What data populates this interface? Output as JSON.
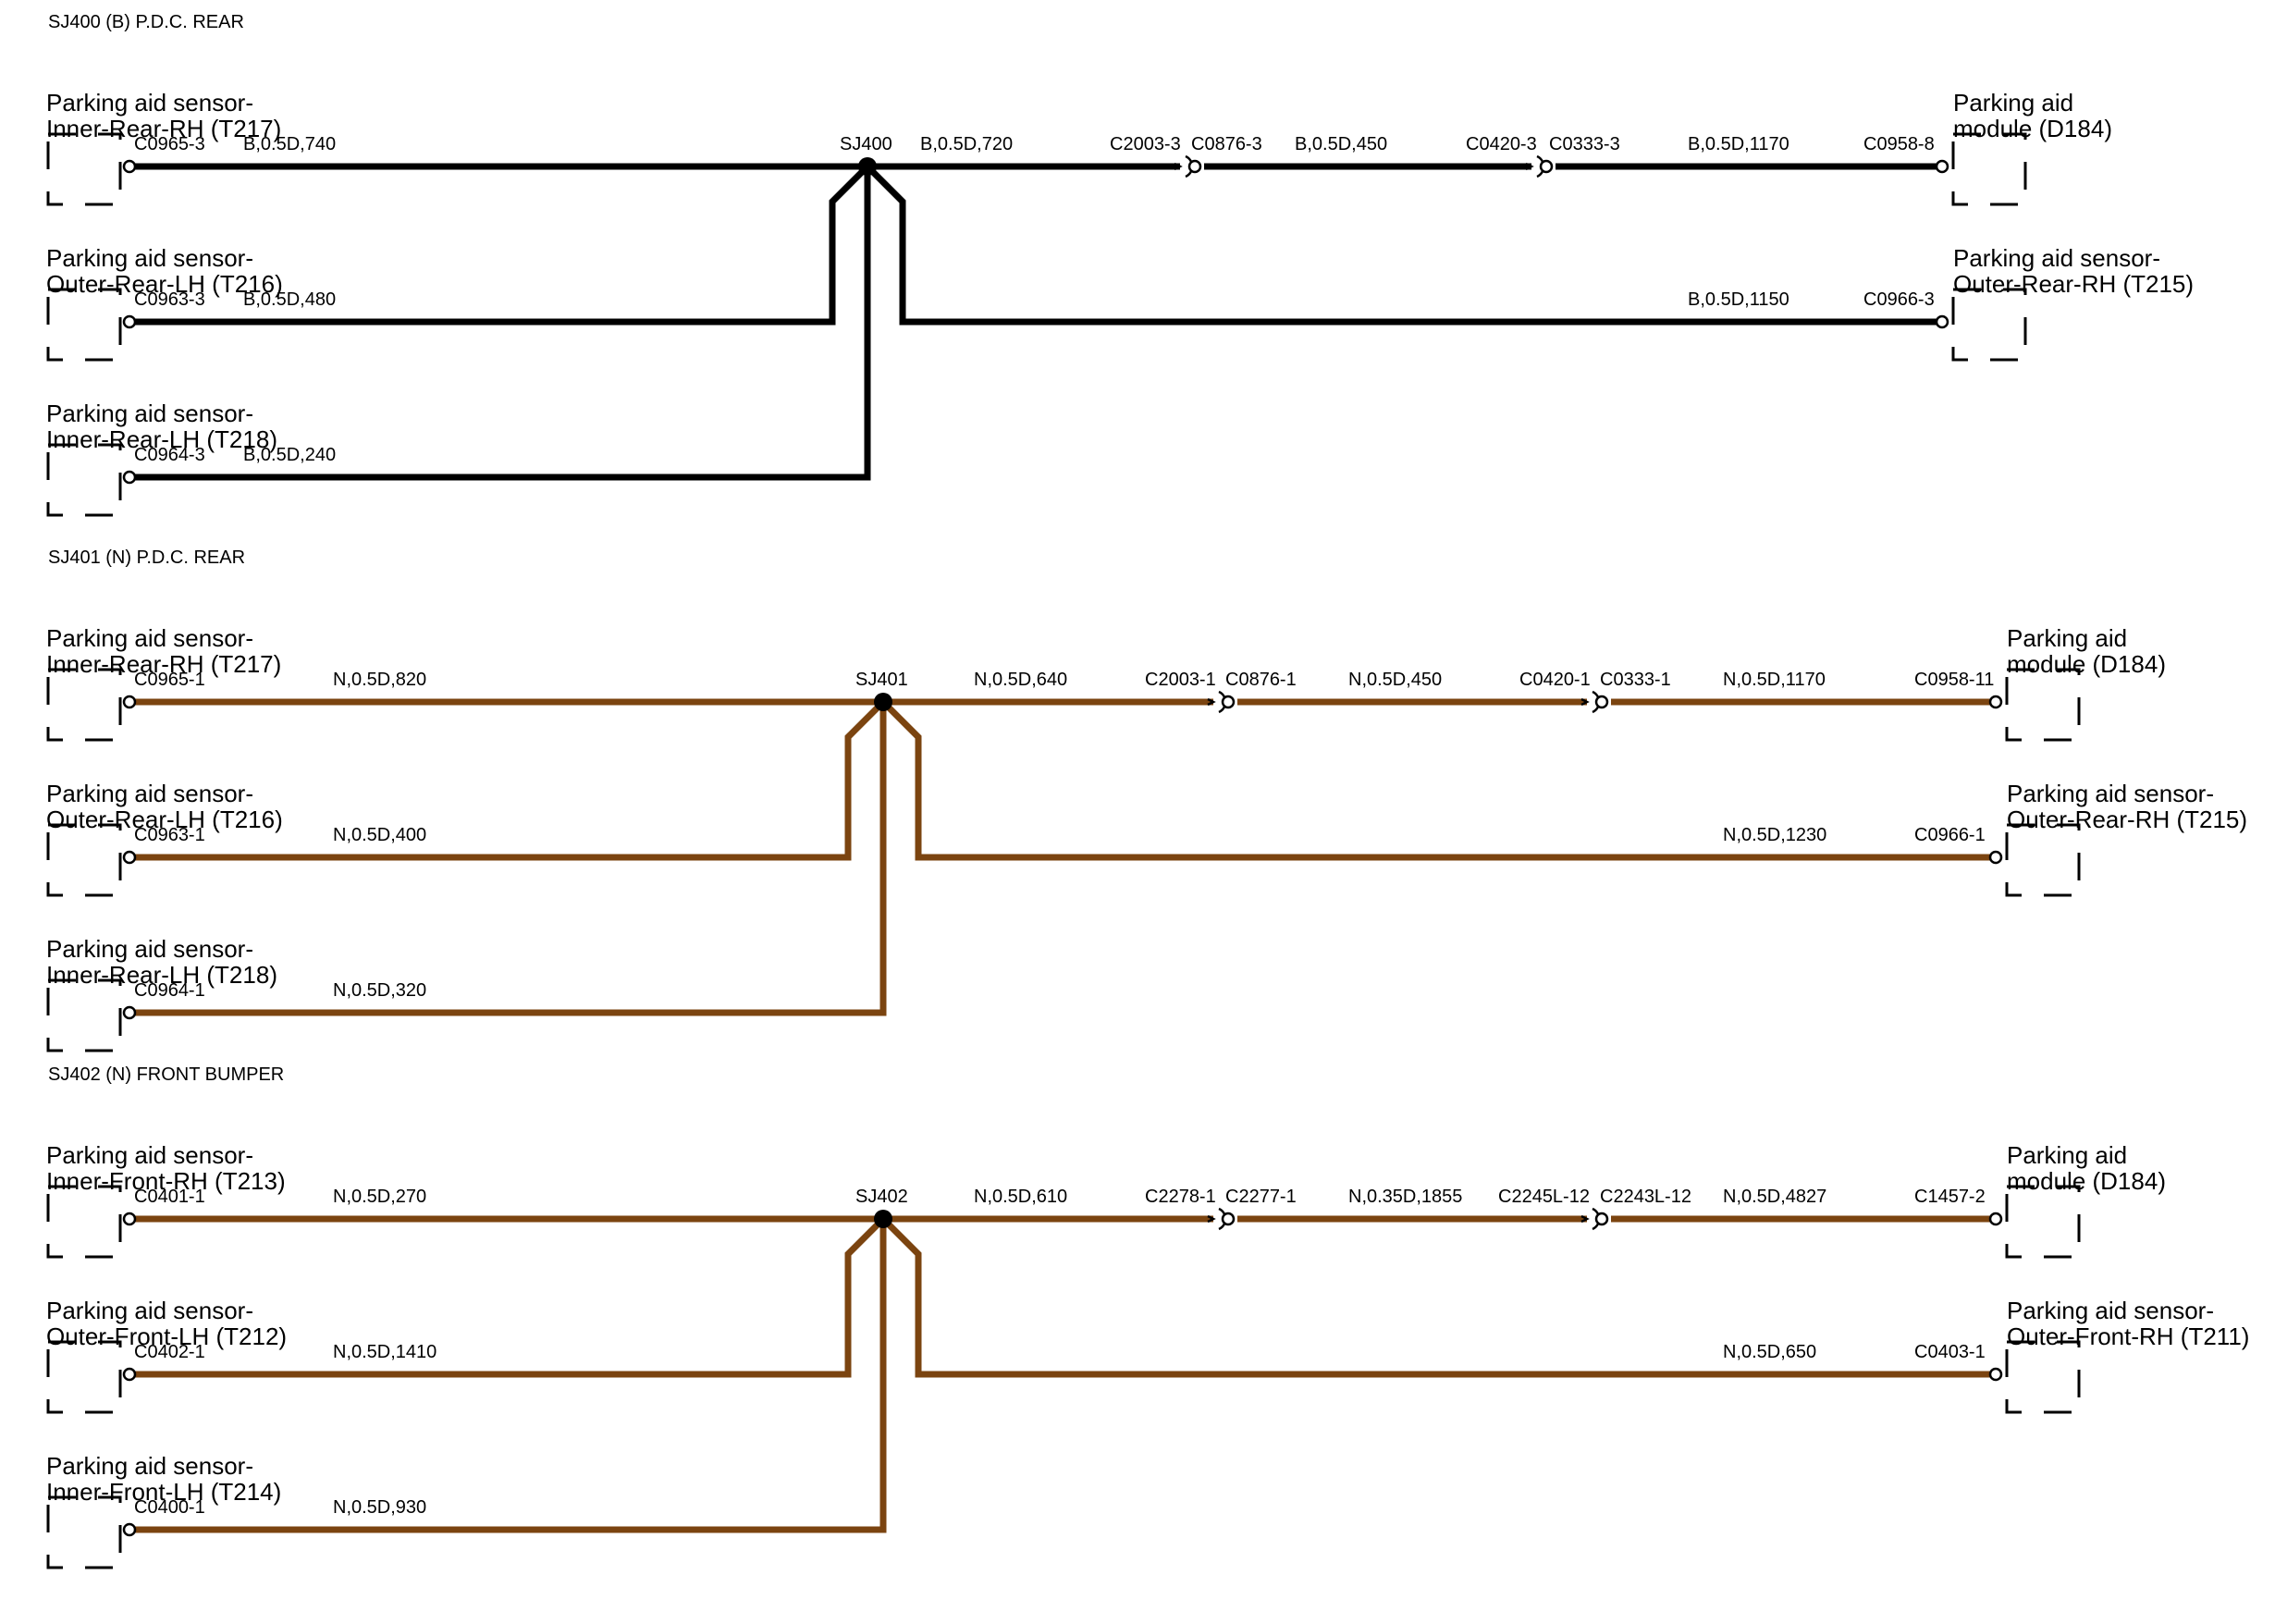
{
  "sections": [
    {
      "title": "SJ400 (B) P.D.C. REAR",
      "splice": "SJ400",
      "wire_color": "#000000",
      "left": [
        {
          "line1": "Parking aid sensor-",
          "line2": "Inner-Rear-RH (T217)",
          "pin": "C0965-3",
          "wire": "B,0.5D,740"
        },
        {
          "line1": "Parking aid sensor-",
          "line2": "Outer-Rear-LH (T216)",
          "pin": "C0963-3",
          "wire": "B,0.5D,480"
        },
        {
          "line1": "Parking aid sensor-",
          "line2": "Inner-Rear-LH (T218)",
          "pin": "C0964-3",
          "wire": "B,0.5D,240"
        }
      ],
      "mid": {
        "wire1": "B,0.5D,720",
        "conn1a": "C2003-3",
        "conn1b": "C0876-3",
        "wire2": "B,0.5D,450",
        "conn2a": "C0420-3",
        "conn2b": "C0333-3",
        "wire3": "B,0.5D,1170"
      },
      "right": [
        {
          "line1": "Parking aid",
          "line2": "module (D184)",
          "pin": "C0958-8"
        },
        {
          "line1": "Parking aid sensor-",
          "line2": "Outer-Rear-RH (T215)",
          "pin": "C0966-3",
          "wire": "B,0.5D,1150"
        }
      ]
    },
    {
      "title": "SJ401 (N) P.D.C. REAR",
      "splice": "SJ401",
      "wire_color": "#7b4410",
      "left": [
        {
          "line1": "Parking aid sensor-",
          "line2": "Inner-Rear-RH (T217)",
          "pin": "C0965-1",
          "wire": "N,0.5D,820"
        },
        {
          "line1": "Parking aid sensor-",
          "line2": "Outer-Rear-LH (T216)",
          "pin": "C0963-1",
          "wire": "N,0.5D,400"
        },
        {
          "line1": "Parking aid sensor-",
          "line2": "Inner-Rear-LH (T218)",
          "pin": "C0964-1",
          "wire": "N,0.5D,320"
        }
      ],
      "mid": {
        "wire1": "N,0.5D,640",
        "conn1a": "C2003-1",
        "conn1b": "C0876-1",
        "wire2": "N,0.5D,450",
        "conn2a": "C0420-1",
        "conn2b": "C0333-1",
        "wire3": "N,0.5D,1170"
      },
      "right": [
        {
          "line1": "Parking aid",
          "line2": "module (D184)",
          "pin": "C0958-11"
        },
        {
          "line1": "Parking aid sensor-",
          "line2": "Outer-Rear-RH (T215)",
          "pin": "C0966-1",
          "wire": "N,0.5D,1230"
        }
      ]
    },
    {
      "title": "SJ402 (N) FRONT BUMPER",
      "splice": "SJ402",
      "wire_color": "#7b4410",
      "left": [
        {
          "line1": "Parking aid sensor-",
          "line2": "Inner-Front-RH (T213)",
          "pin": "C0401-1",
          "wire": "N,0.5D,270"
        },
        {
          "line1": "Parking aid sensor-",
          "line2": "Outer-Front-LH (T212)",
          "pin": "C0402-1",
          "wire": "N,0.5D,1410"
        },
        {
          "line1": "Parking aid sensor-",
          "line2": "Inner-Front-LH (T214)",
          "pin": "C0400-1",
          "wire": "N,0.5D,930"
        }
      ],
      "mid": {
        "wire1": "N,0.5D,610",
        "conn1a": "C2278-1",
        "conn1b": "C2277-1",
        "wire2": "N,0.35D,1855",
        "conn2a": "C2245L-12",
        "conn2b": "C2243L-12",
        "wire3": "N,0.5D,4827"
      },
      "right": [
        {
          "line1": "Parking aid",
          "line2": "module (D184)",
          "pin": "C1457-2"
        },
        {
          "line1": "Parking aid sensor-",
          "line2": "Outer-Front-RH (T211)",
          "pin": "C0403-1",
          "wire": "N,0.5D,650"
        }
      ]
    }
  ]
}
